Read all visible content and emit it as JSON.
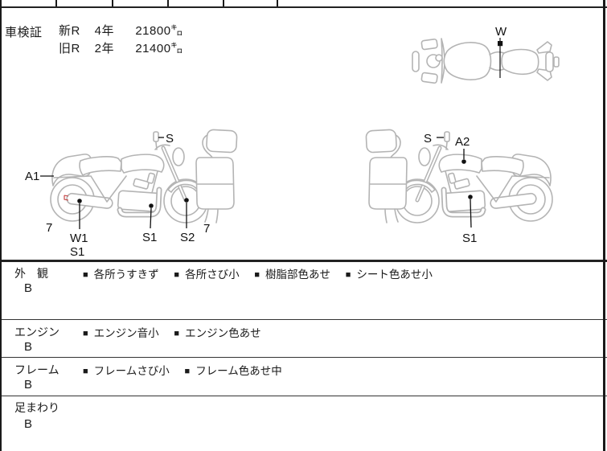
{
  "ui": {
    "bullet": "■"
  },
  "shaken": {
    "label": "車検証",
    "rows": [
      {
        "era": "新R",
        "year": "4年",
        "distance": "21800㌔"
      },
      {
        "era": "旧R",
        "year": "2年",
        "distance": "21400㌔"
      }
    ]
  },
  "diagram": {
    "top_view": {
      "w": "W"
    },
    "left_view": {
      "a1": "A1",
      "seven_left": "7",
      "w1": "W1",
      "s1_below_w1": "S1",
      "s_mirror": "S",
      "s1_engine": "S1",
      "s2_fork": "S2",
      "seven_right": "7"
    },
    "right_view": {
      "s_mirror": "S",
      "a2_tank": "A2",
      "s1_engine": "S1"
    }
  },
  "sections": [
    {
      "name": "外　観",
      "grade": "B",
      "notes": [
        "各所うすきず",
        "各所さび小",
        "樹脂部色あせ",
        "シート色あせ小"
      ]
    },
    {
      "name": "エンジン",
      "grade": "B",
      "notes": [
        "エンジン音小",
        "エンジン色あせ"
      ]
    },
    {
      "name": "フレーム",
      "grade": "B",
      "notes": [
        "フレームさび小",
        "フレーム色あせ中"
      ]
    },
    {
      "name": "足まわり",
      "grade": "B",
      "notes": []
    }
  ],
  "colors": {
    "line_art": "#b4b4b4",
    "label": "#111111",
    "marker": "#111111",
    "defect_mark": "#c23b3b"
  }
}
